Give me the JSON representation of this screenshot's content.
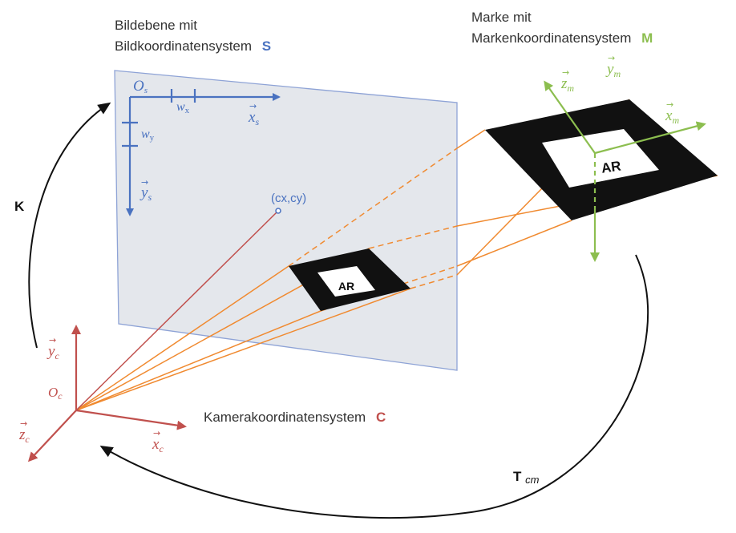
{
  "labels": {
    "image_plane_line1": "Bildebene mit",
    "image_plane_line2": "Bildkoordinatensystem",
    "image_plane_symbol": "S",
    "marker_line1": "Marke mit",
    "marker_line2": "Markenkoordinatensystem",
    "marker_symbol": "M",
    "camera_label": "Kamerakoordinatensystem",
    "camera_symbol": "C",
    "intrinsic_K": "K",
    "transform_T": "T",
    "transform_T_sub": "cm",
    "principal_point": "(cx,cy)",
    "image_origin": "O",
    "image_origin_sub": "s",
    "pixel_wx": "w",
    "pixel_wx_sub": "x",
    "pixel_wy": "w",
    "pixel_wy_sub": "y",
    "xs": "x",
    "xs_sub": "s",
    "ys": "y",
    "ys_sub": "s",
    "marker_origin": "O",
    "marker_origin_sub": "m",
    "xm": "x",
    "xm_sub": "m",
    "ym": "y",
    "ym_sub": "m",
    "zm": "z",
    "zm_sub": "m",
    "camera_origin": "O",
    "camera_origin_sub": "c",
    "xc": "x",
    "xc_sub": "c",
    "yc": "y",
    "yc_sub": "c",
    "zc": "z",
    "zc_sub": "c",
    "marker_text": "AR",
    "projected_marker_text": "AR"
  },
  "colors": {
    "image_blue": "#4a72c0",
    "marker_green": "#8cbe4f",
    "camera_red": "#c0504d",
    "ray_orange": "#f08a30",
    "plane_fill": "#e4e7ec",
    "plane_border": "#8ea3d6",
    "marker_black": "#111111",
    "arc_black": "#111111"
  }
}
